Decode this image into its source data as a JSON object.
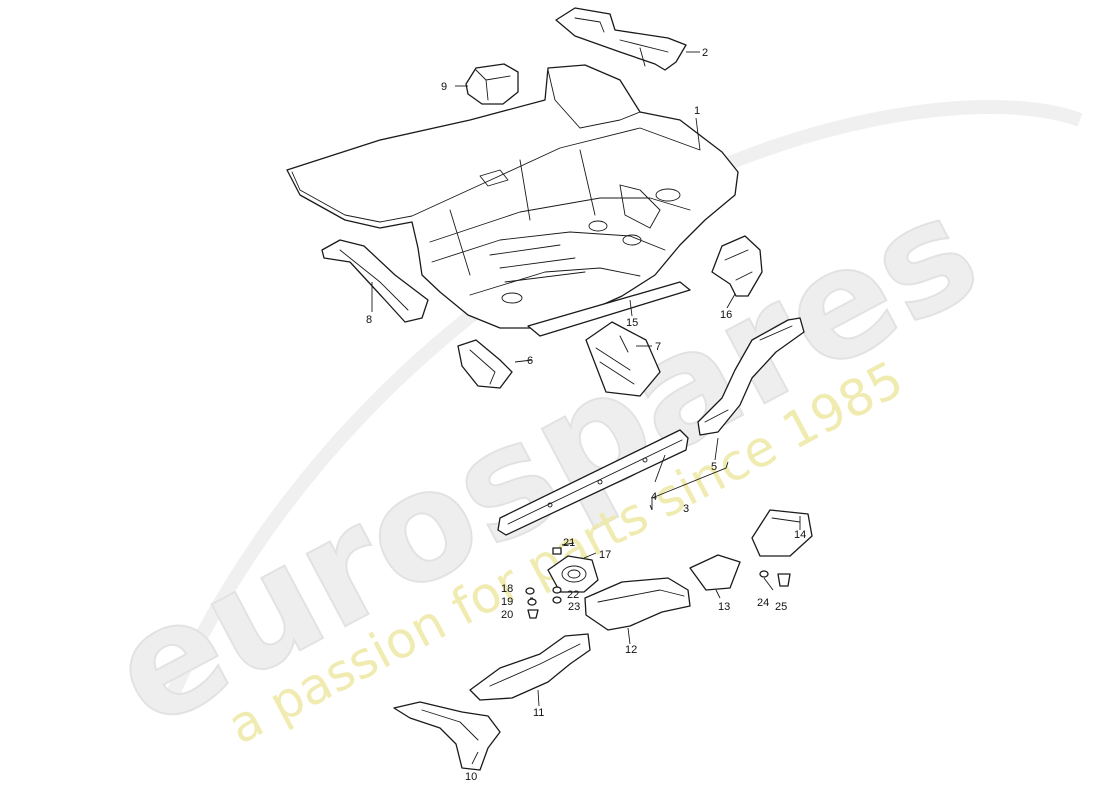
{
  "watermark": {
    "brand": "eurospares",
    "tagline": "a passion for parts since 1985",
    "tagline_color": "#efe9a8"
  },
  "callouts": {
    "n1": "1",
    "n2": "2",
    "n3": "3",
    "n4": "4",
    "n5": "5",
    "n6": "6",
    "n7": "7",
    "n8": "8",
    "n9": "9",
    "n10": "10",
    "n11": "11",
    "n12": "12",
    "n13": "13",
    "n14": "14",
    "n15": "15",
    "n16": "16",
    "n17": "17",
    "n18": "18",
    "n19": "19",
    "n20": "20",
    "n21": "21",
    "n22": "22",
    "n23": "23",
    "n24": "24",
    "n25": "25"
  }
}
